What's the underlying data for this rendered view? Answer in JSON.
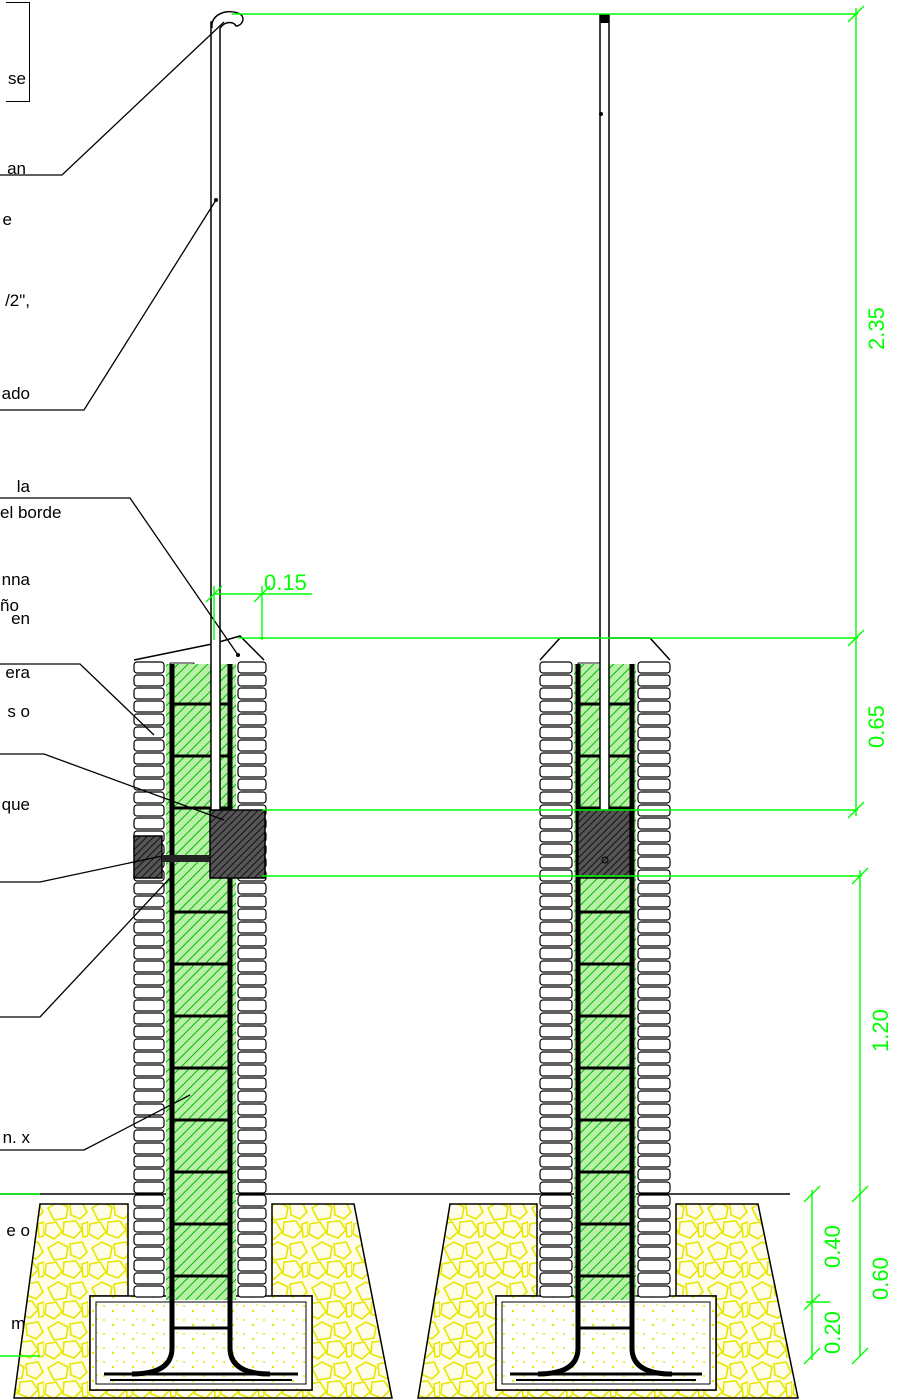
{
  "notes": {
    "top_box": [
      "se",
      "an"
    ],
    "note_1": [
      "e"
    ],
    "note_2": [
      "/2\",",
      "ado",
      "la",
      "nna",
      "era"
    ],
    "note_3": [
      "el borde",
      "ño"
    ],
    "note_4": [
      "en",
      "s o",
      "que"
    ],
    "note_5": [
      "n. x",
      "e o",
      "m."
    ]
  },
  "dimensions": {
    "top_offset": "0.15",
    "post_height": "2.35",
    "cap_height": "0.65",
    "wall_height": "1.20",
    "footing_depth_a": "0.40",
    "footing_depth_b": "0.60",
    "footing_base": "0.20"
  },
  "colors": {
    "dimension_line": "#00ff00",
    "concrete_hatch": "#00cc00",
    "rubble_fill": "#ffff00",
    "rebar": "#000000"
  }
}
